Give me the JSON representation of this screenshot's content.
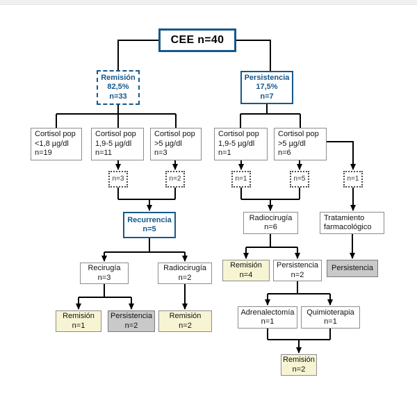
{
  "colors": {
    "accent_blue": "#15588a",
    "outcome_yellow": "#f7f4d4",
    "outcome_gray": "#c9c9c9",
    "box_border": "#8c8c8c",
    "connector": "#000000"
  },
  "nodes": {
    "cee": "CEE n=40",
    "remision_group": "Remisión\n82,5%\nn=33",
    "persistencia_group": "Persistencia\n17,5%\nn=7",
    "cortisol_lt18": "Cortisol pop\n<1,8 µg/dl\nn=19",
    "cortisol_19_5_left": "Cortisol pop\n1,9-5 µg/dl\nn=11",
    "cortisol_gt5_left": "Cortisol pop\n>5 µg/dl\nn=3",
    "cortisol_19_5_right": "Cortisol pop\n1,9-5 µg/dl\nn=1",
    "cortisol_gt5_right": "Cortisol pop\n>5 µg/dl\nn=6",
    "count_n3": "n=3",
    "count_n2": "n=2",
    "count_n1_left": "n=1",
    "count_n5": "n=5",
    "count_n1_right": "n=1",
    "recurrencia": "Recurrencia\nn=5",
    "recirugia": "Recirugía\nn=3",
    "radiocirugia_n2": "Radiocirugía\nn=2",
    "radiocirugia_n6": "Radiocirugía\nn=6",
    "tratamiento_farmacologico": "Tratamiento\nfarmacológico",
    "remision_n1": "Remisión\nn=1",
    "persistencia_n2_gray": "Persistencia\nn=2",
    "remision_n2_left": "Remisión\nn=2",
    "remision_n4": "Remisión\nn=4",
    "persistencia_n2_white": "Persistencia\nn=2",
    "persistencia_final": "Persistencia",
    "adrenalectomia": "Adrenalectomía\nn=1",
    "quimioterapia": "Quimioterapia\nn=1",
    "remision_n2_bottom": "Remisión\nn=2"
  }
}
